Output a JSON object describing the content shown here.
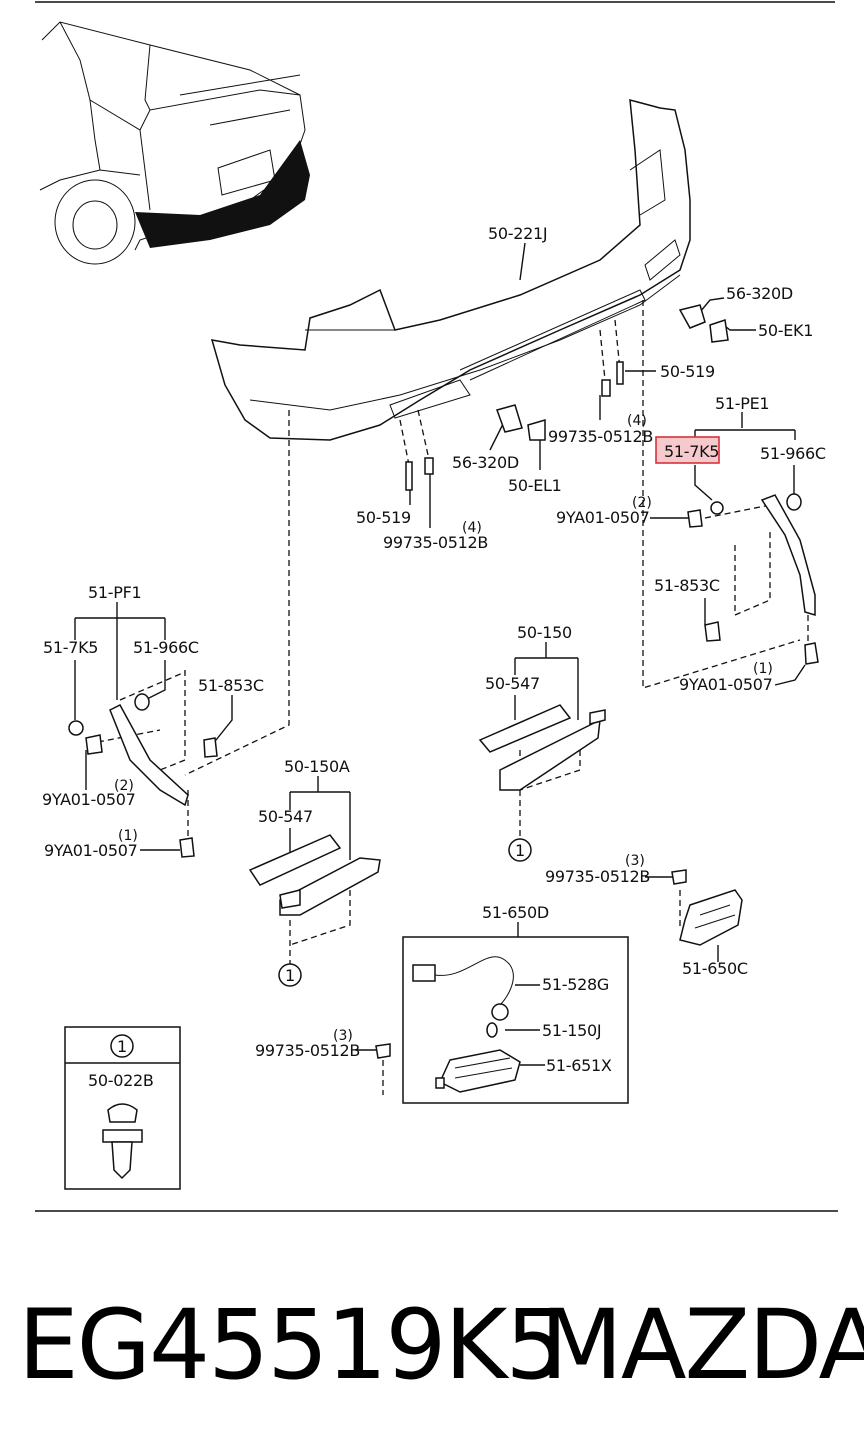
{
  "labels": {
    "bumper": "50-221J",
    "bracket_r_top": "56-320D",
    "bracket_r_clip": "50-EK1",
    "pin_r": "50-519",
    "bracket_c": "56-320D",
    "screw_c": "99735-0512B",
    "screw_c_qty": "(4)",
    "bracket_c_clip": "50-EL1",
    "pin_l": "50-519",
    "screw_l": "99735-0512B",
    "screw_l_qty": "(4)",
    "moulding_r": "51-PE1",
    "seal_r": "51-7K5",
    "cap_r": "51-966C",
    "bolt_r_top": "9YA01-0507",
    "bolt_r_top_qty": "(2)",
    "nut_r": "51-853C",
    "bolt_r_bottom": "9YA01-0507",
    "bolt_r_bottom_qty": "(1)",
    "moulding_l": "51-PF1",
    "seal_l": "51-7K5",
    "cap_l": "51-966C",
    "nut_l": "51-853C",
    "bolt_l_top": "9YA01-0507",
    "bolt_l_top_qty": "(2)",
    "bolt_l_bottom": "9YA01-0507",
    "bolt_l_bottom_qty": "(1)",
    "stay_r": "50-150",
    "pad_r": "50-547",
    "stay_l": "50-150A",
    "pad_l": "50-547",
    "lamp_assy": "51-650D",
    "harness": "51-528G",
    "bulb": "51-150J",
    "lamp_unit": "51-651X",
    "lamp_screw": "99735-0512B",
    "lamp_screw_qty": "(3)",
    "lamp_r_screw": "99735-0512B",
    "lamp_r_screw_qty": "(3)",
    "lamp_r": "51-650C",
    "clip": "50-022B",
    "clip_ref": "1"
  },
  "footer": {
    "part_number": "EG45519K5",
    "brand": "MAZDA"
  },
  "highlight_color": "#d9323b"
}
